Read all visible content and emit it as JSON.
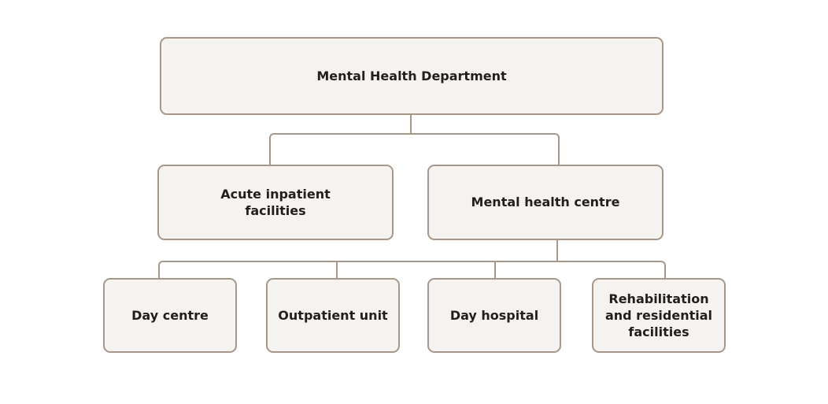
{
  "diagram": {
    "type": "org-chart",
    "background_color": "#ffffff",
    "node_fill_color": "#f5f3f0",
    "node_border_color": "#a89786",
    "connector_color": "#a89786",
    "text_color": "#221e1b"
  },
  "nodes": {
    "root": {
      "label": "Mental Health Department"
    },
    "level2": [
      {
        "label": "Acute inpatient\nfacilities"
      },
      {
        "label": "Mental health centre"
      }
    ],
    "level3": [
      {
        "label": "Day centre"
      },
      {
        "label": "Outpatient unit"
      },
      {
        "label": "Day hospital"
      },
      {
        "label": "Rehabilitation\nand residential\nfacilities"
      }
    ]
  },
  "edges": [
    {
      "from": "Mental Health Department",
      "to": "Acute inpatient facilities"
    },
    {
      "from": "Mental Health Department",
      "to": "Mental health centre"
    },
    {
      "from": "Mental health centre",
      "to": "Day centre"
    },
    {
      "from": "Mental health centre",
      "to": "Outpatient unit"
    },
    {
      "from": "Mental health centre",
      "to": "Day hospital"
    },
    {
      "from": "Mental health centre",
      "to": "Rehabilitation and residential facilities"
    }
  ]
}
